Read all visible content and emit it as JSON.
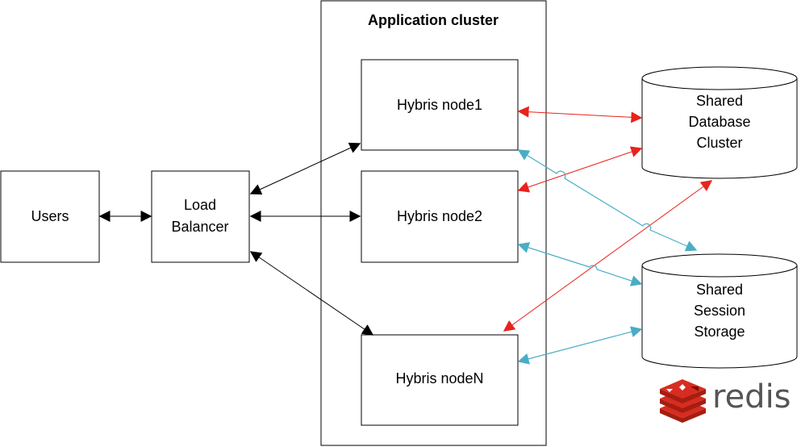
{
  "cluster": {
    "title": "Application cluster"
  },
  "nodes": {
    "users": "Users",
    "load_balancer_line1": "Load",
    "load_balancer_line2": "Balancer",
    "node1": "Hybris node1",
    "node2": "Hybris node2",
    "nodeN": "Hybris nodeN"
  },
  "stores": {
    "database_line1": "Shared",
    "database_line2": "Database",
    "database_line3": "Cluster",
    "session_line1": "Shared",
    "session_line2": "Session",
    "session_line3": "Storage"
  },
  "logo": {
    "text": "redis"
  },
  "colors": {
    "black_arrow": "#000000",
    "database_link": "#e8231c",
    "session_link": "#4bacc6",
    "redis_red": "#d82c20"
  }
}
